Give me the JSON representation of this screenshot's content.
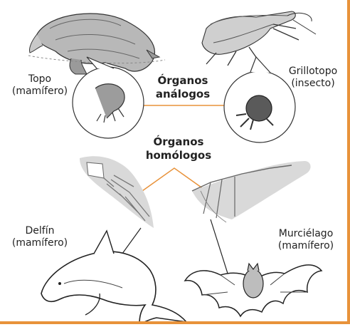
{
  "labels": {
    "topo": {
      "name": "Topo",
      "group": "(mamífero)"
    },
    "grillotopo": {
      "name": "Grillotopo",
      "group": "(insecto)"
    },
    "delfin": {
      "name": "Delfín",
      "group": "(mamífero)"
    },
    "murcielago": {
      "name": "Murciélago",
      "group": "(mamífero)"
    }
  },
  "headings": {
    "analogos": {
      "line1": "Órganos",
      "line2": "análogos"
    },
    "homologos": {
      "line1": "Órganos",
      "line2": "homólogos"
    }
  },
  "colors": {
    "accent": "#e8923a",
    "outline": "#222222",
    "limb_fill": "#d9d9d9"
  }
}
